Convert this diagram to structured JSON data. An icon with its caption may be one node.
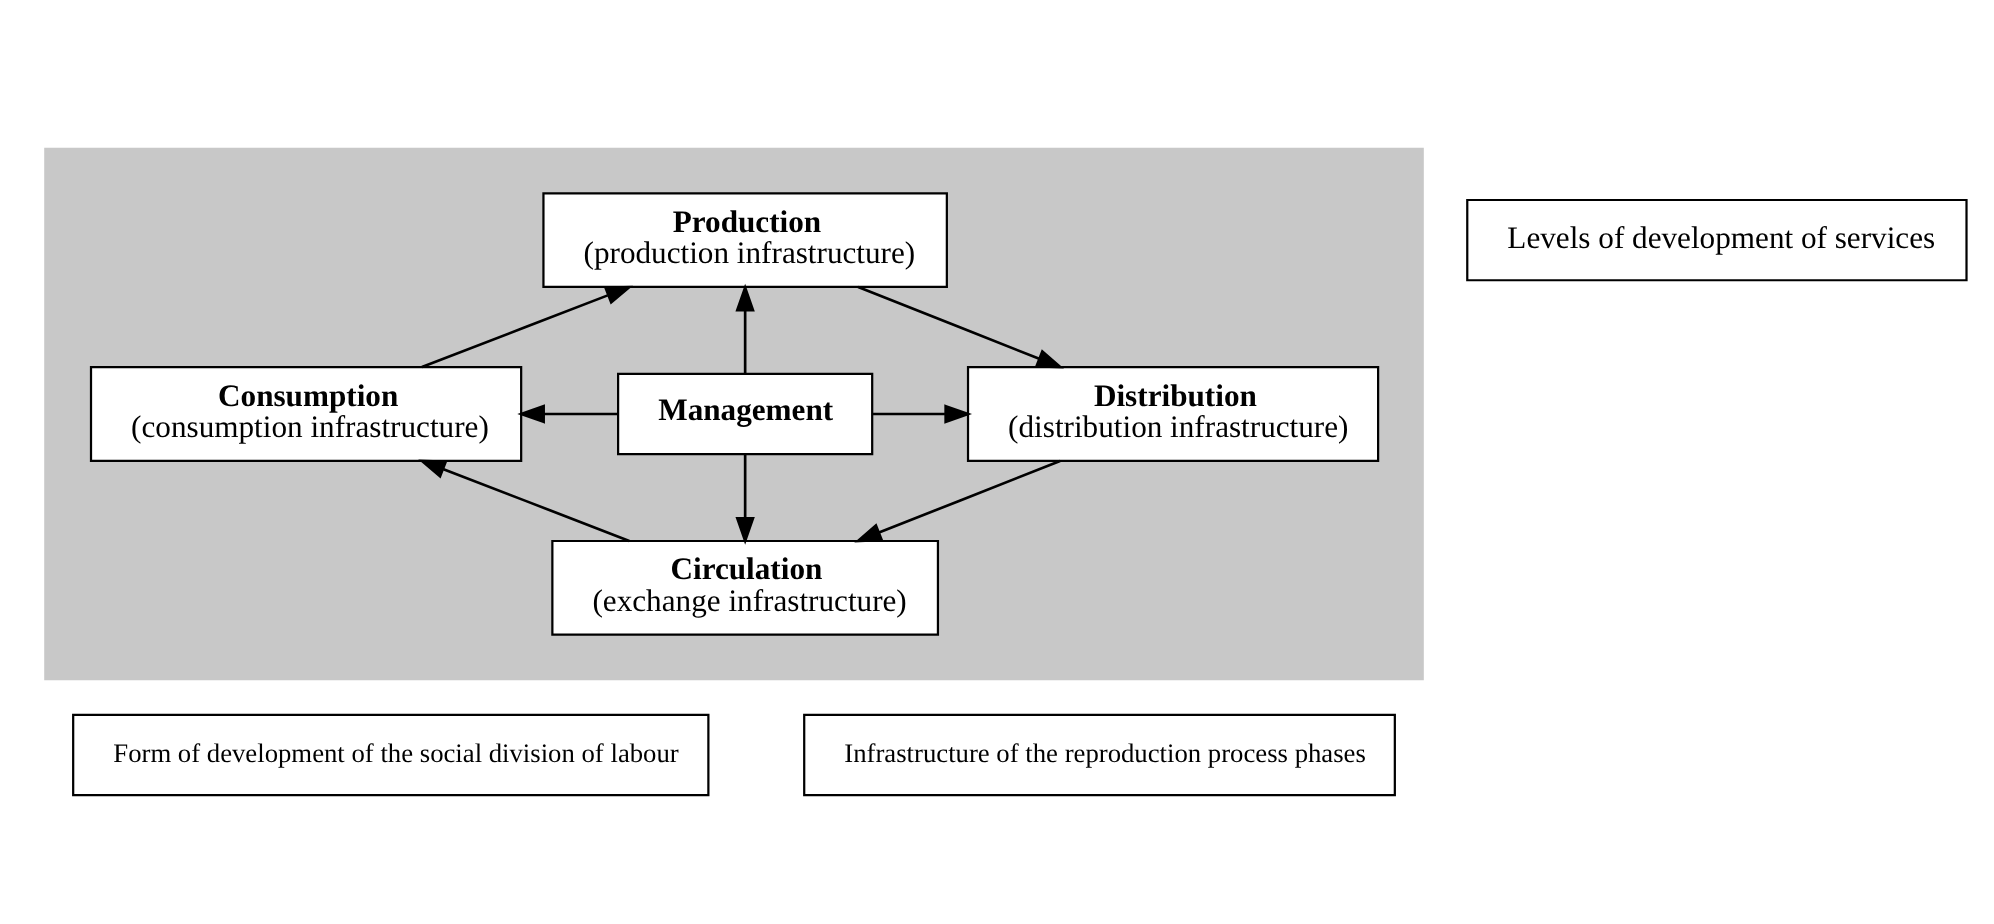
{
  "diagram": {
    "nodes": [
      {
        "text": [],
        "shape": "box"
      },
      {
        "text": [
          "Production",
          "(production infrastructure)"
        ],
        "in": 0
      },
      {
        "text": [
          "Consumption",
          "(consumption infrastructure)"
        ],
        "in": 0
      },
      {
        "text": [
          "Management"
        ],
        "in": 0
      },
      {
        "text": [
          "Distribution",
          "(distribution infrastructure)"
        ],
        "in": 0
      },
      {
        "text": [
          "Circulation",
          "(exchange infrastructure)"
        ],
        "in": 0
      },
      {
        "text": [
          "Levels of development of services"
        ]
      },
      {
        "text": [
          "Form of development of the social division of labour"
        ]
      },
      {
        "text": [
          "Infrastructure of the reproduction process phases"
        ]
      }
    ],
    "edges": [
      {
        "from": 2,
        "to": 1,
        "arrow": "to"
      },
      {
        "from": 1,
        "to": 4,
        "arrow": "to"
      },
      {
        "from": 4,
        "to": 5,
        "arrow": "to"
      },
      {
        "from": 5,
        "to": 2,
        "arrow": "to"
      },
      {
        "from": 3,
        "to": 1,
        "arrow": "to"
      },
      {
        "from": 3,
        "to": 2,
        "arrow": "to"
      },
      {
        "from": 3,
        "to": 4,
        "arrow": "to"
      },
      {
        "from": 3,
        "to": 5,
        "arrow": "to"
      }
    ]
  }
}
